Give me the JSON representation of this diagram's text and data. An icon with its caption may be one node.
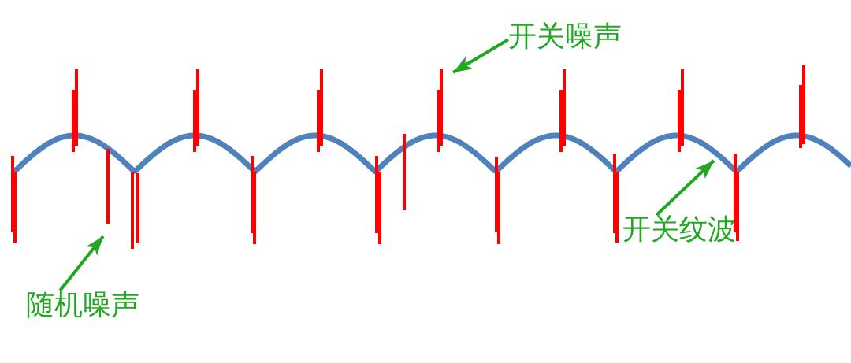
{
  "diagram": {
    "nodes": [
      {
        "text": [
          "开关噪声"
        ]
      },
      {
        "text": [
          "开关纹波"
        ]
      },
      {
        "text": [
          "随机噪声"
        ]
      }
    ],
    "edges": [
      {
        "from": 0,
        "to": null,
        "arrow": "to"
      },
      {
        "from": 1,
        "to": null,
        "arrow": "to"
      },
      {
        "from": 2,
        "to": null,
        "arrow": "to"
      }
    ]
  }
}
